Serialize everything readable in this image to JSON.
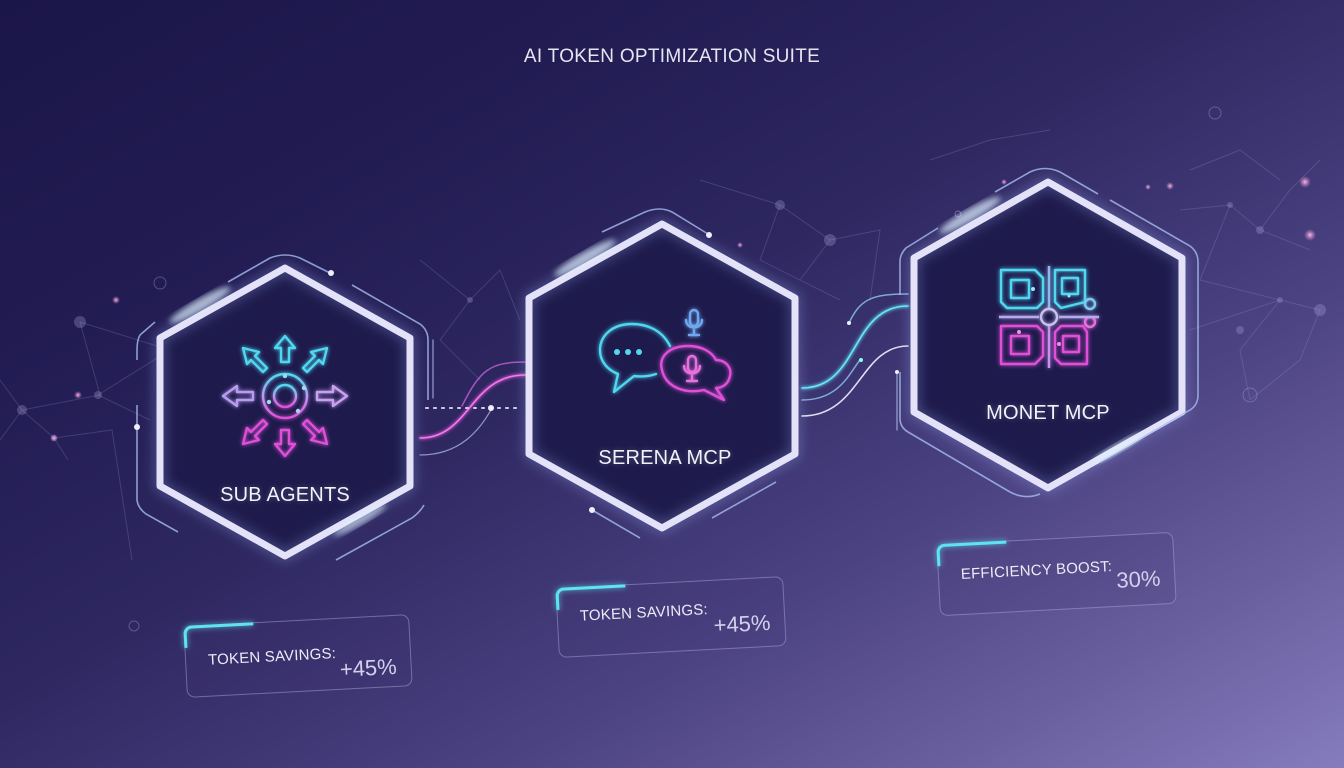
{
  "title": "AI TOKEN OPTIMIZATION SUITE",
  "nodes": [
    {
      "label": "SUB AGENTS",
      "icon": "radiating-arrows-icon"
    },
    {
      "label": "SERENA MCP",
      "icon": "chat-bubbles-microphone-icon"
    },
    {
      "label": "MONET MCP",
      "icon": "circuit-grid-icon"
    }
  ],
  "stats": [
    {
      "label": "TOKEN SAVINGS:",
      "value": "+45%"
    },
    {
      "label": "TOKEN SAVINGS:",
      "value": "+45%"
    },
    {
      "label": "EFFICIENCY BOOST:",
      "value": "30%"
    }
  ],
  "colors": {
    "background_start": "#1b1649",
    "background_end": "#857cbe",
    "hex_fill": "#1e1a4c",
    "hex_border": "#e4e2f8",
    "accent_cyan": "#4fd8f0",
    "accent_magenta": "#e04fd8",
    "accent_violet": "#b79cf0"
  }
}
